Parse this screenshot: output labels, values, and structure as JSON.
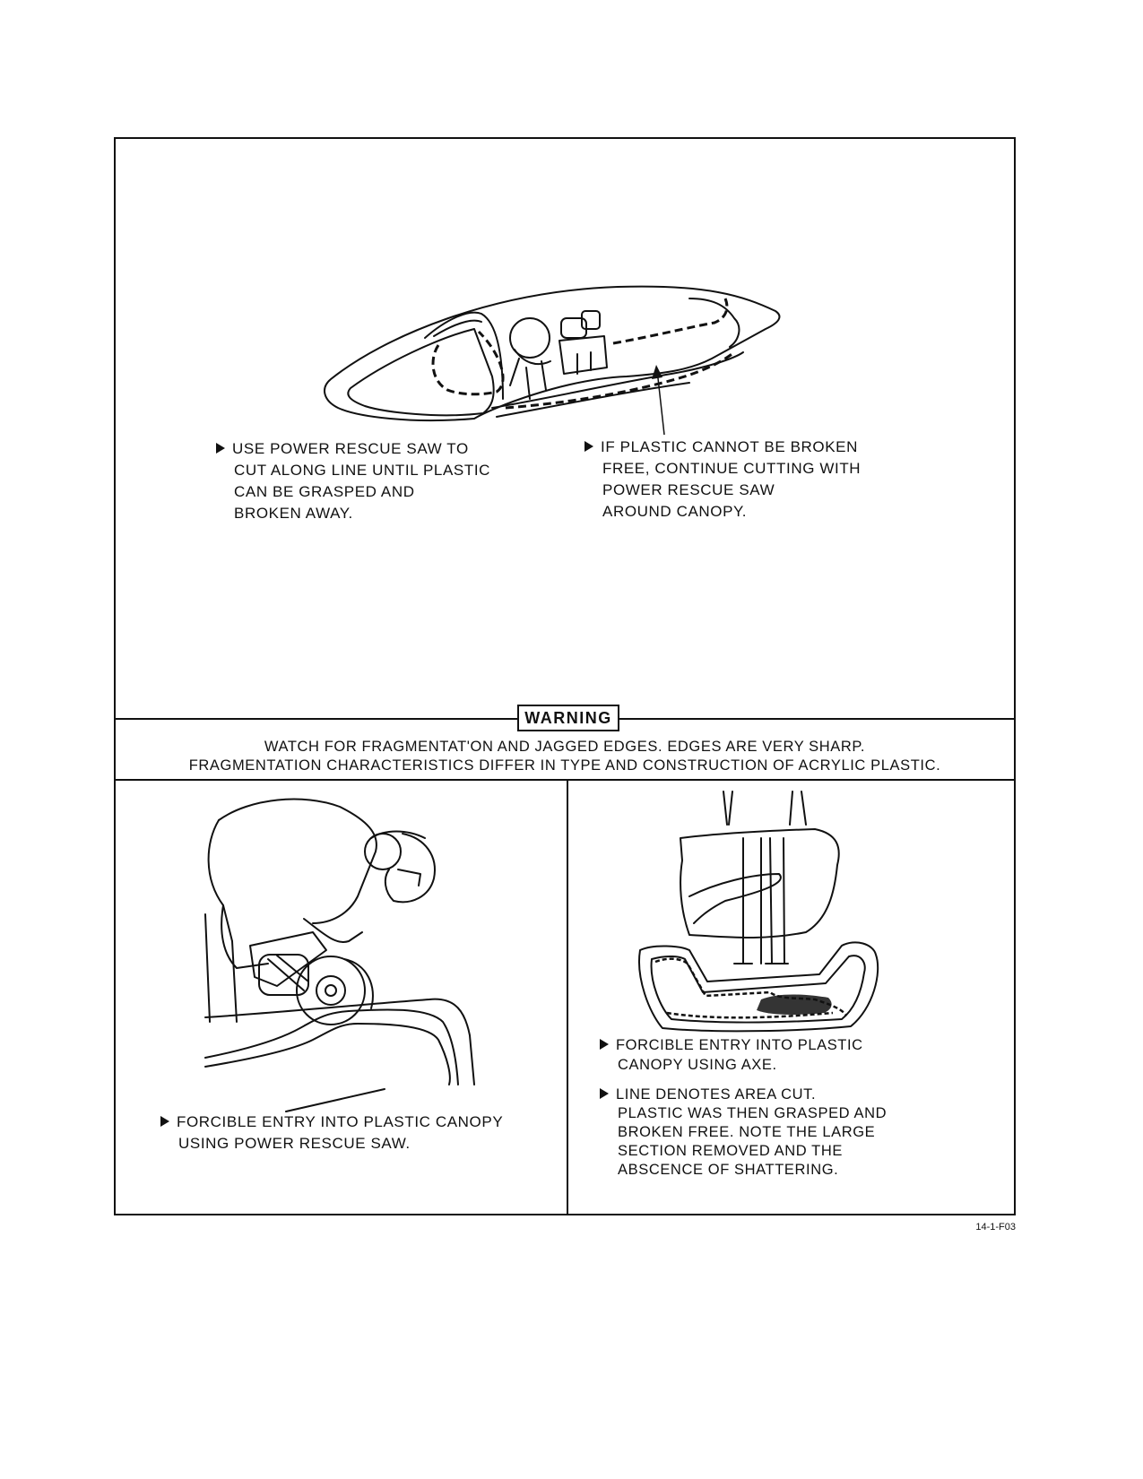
{
  "top_panel": {
    "caption_left": [
      "USE POWER RESCUE SAW TO",
      "CUT ALONG LINE UNTIL PLASTIC",
      "CAN BE GRASPED AND",
      "BROKEN AWAY."
    ],
    "caption_right": [
      "IF PLASTIC CANNOT BE BROKEN",
      "FREE, CONTINUE CUTTING WITH",
      "POWER RESCUE SAW",
      "AROUND CANOPY."
    ]
  },
  "warning": {
    "label": "WARNING",
    "lines": [
      "WATCH FOR FRAGMENTAT'ON AND JAGGED EDGES. EDGES ARE VERY SHARP.",
      "FRAGMENTATION CHARACTERISTICS DIFFER IN TYPE AND CONSTRUCTION OF ACRYLIC PLASTIC."
    ]
  },
  "bottom_left": {
    "caption": [
      "FORCIBLE ENTRY INTO PLASTIC CANOPY",
      "USING POWER RESCUE SAW."
    ]
  },
  "bottom_right": {
    "caption_1": [
      "FORCIBLE ENTRY INTO PLASTIC",
      "CANOPY USING AXE."
    ],
    "caption_2": [
      "LINE DENOTES AREA CUT.",
      "PLASTIC WAS THEN GRASPED AND",
      "BROKEN FREE. NOTE THE LARGE",
      "SECTION REMOVED AND THE",
      "ABSCENCE OF SHATTERING."
    ]
  },
  "figure_id": "14-1-F03"
}
